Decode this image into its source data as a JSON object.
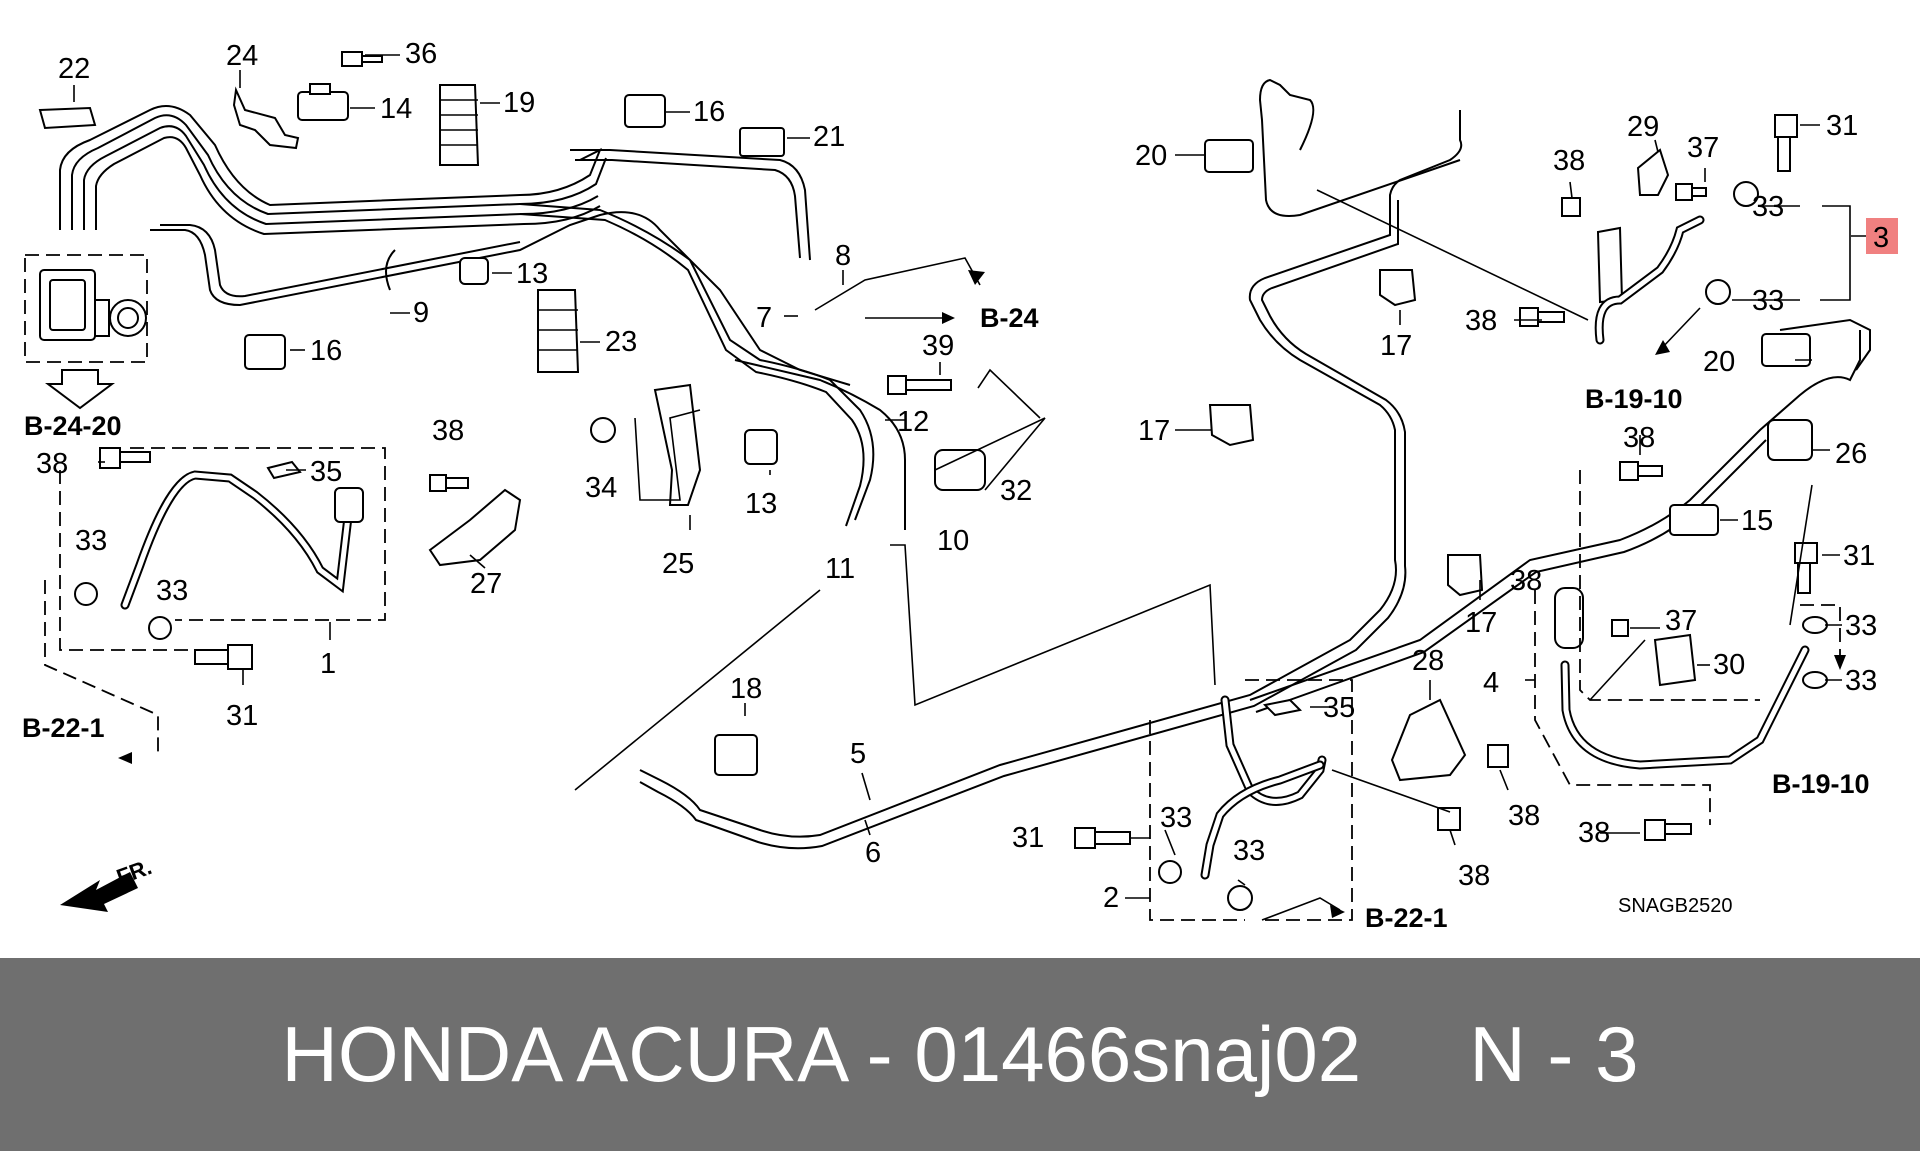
{
  "diagram": {
    "part_numbers": [
      "22",
      "24",
      "36",
      "14",
      "19",
      "16",
      "21",
      "13",
      "9",
      "23",
      "16",
      "8",
      "7",
      "39",
      "12",
      "38",
      "35",
      "38",
      "33",
      "33",
      "34",
      "13",
      "32",
      "27",
      "25",
      "11",
      "10",
      "1",
      "31",
      "18",
      "5",
      "6",
      "20",
      "29",
      "37",
      "31",
      "38",
      "33",
      "3",
      "33",
      "17",
      "38",
      "20",
      "17",
      "26",
      "38",
      "15",
      "31",
      "17",
      "37",
      "33",
      "30",
      "33",
      "28",
      "4",
      "35",
      "33",
      "38",
      "33",
      "31",
      "38",
      "2",
      "38",
      "38"
    ],
    "callout_highlight": "3",
    "highlight_color": "#f08080",
    "section_refs": {
      "b24_top": "B-24",
      "b24_20": "B-24-20",
      "b22_1_left": "B-22-1",
      "b22_1_bottom": "B-22-1",
      "b19_10_top": "B-19-10",
      "b19_10_right": "B-19-10"
    },
    "front_marker": "FR.",
    "drawing_code": "SNAGB2520"
  },
  "footer": {
    "text": "HONDA ACURA - 01466snaj02     N - 3",
    "background": "#6f6f6f",
    "text_color": "#ffffff"
  }
}
